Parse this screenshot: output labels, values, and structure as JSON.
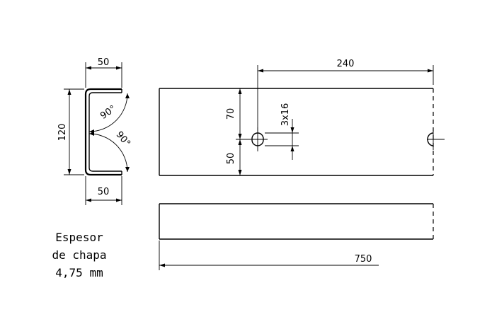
{
  "drawing": {
    "section_view": {
      "flange_top_width": "50",
      "flange_bottom_width": "50",
      "web_height": "120",
      "angle_top": "90°",
      "angle_bottom": "90°"
    },
    "top_view": {
      "dim_hole_position": "240",
      "dim_upper_edge": "70",
      "dim_lower_edge": "50",
      "hole_spec": "3x16"
    },
    "side_view": {
      "dim_length": "750"
    },
    "note": {
      "line1": "Espesor",
      "line2": "de chapa",
      "line3": "4,75 mm"
    }
  }
}
